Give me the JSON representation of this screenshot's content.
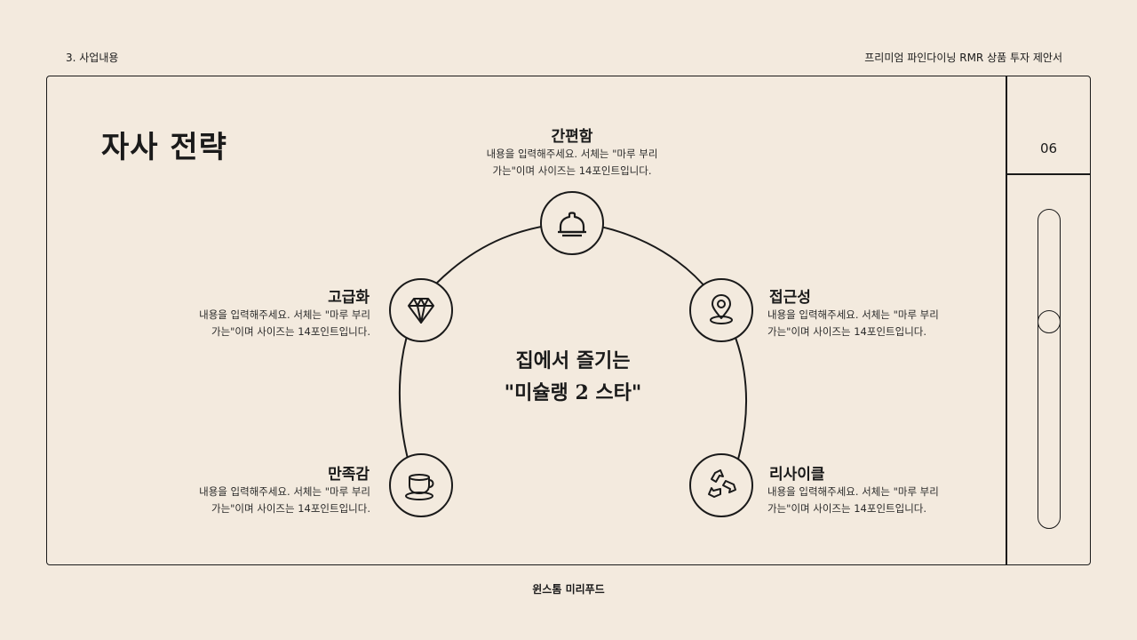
{
  "header": {
    "section": "3. 사업내용",
    "document_title": "프리미엄 파인다이닝 RMR 상품 투자 제안서"
  },
  "footer": {
    "company": "윈스톰 미리푸드"
  },
  "sidebar": {
    "page_number": "06"
  },
  "slide": {
    "title": "자사 전략",
    "center_line1": "집에서 즐기는",
    "center_line2": "\"미슐랭 2 스타\"",
    "items": [
      {
        "title": "간편함",
        "desc_line1": "내용을 입력해주세요. 서체는 \"마루 부리",
        "desc_line2": "가는\"이며 사이즈는 14포인트입니다.",
        "icon": "cloche-icon"
      },
      {
        "title": "고급화",
        "desc_line1": "내용을 입력해주세요. 서체는 \"마루 부리",
        "desc_line2": "가는\"이며 사이즈는 14포인트입니다.",
        "icon": "diamond-icon"
      },
      {
        "title": "접근성",
        "desc_line1": "내용을 입력해주세요. 서체는 \"마루 부리",
        "desc_line2": "가는\"이며 사이즈는 14포인트입니다.",
        "icon": "location-pin-icon"
      },
      {
        "title": "만족감",
        "desc_line1": "내용을 입력해주세요. 서체는 \"마루 부리",
        "desc_line2": "가는\"이며 사이즈는 14포인트입니다.",
        "icon": "coffee-cup-icon"
      },
      {
        "title": "리사이클",
        "desc_line1": "내용을 입력해주세요. 서체는 \"마루 부리",
        "desc_line2": "가는\"이며 사이즈는 14포인트입니다.",
        "icon": "recycle-icon"
      }
    ]
  }
}
